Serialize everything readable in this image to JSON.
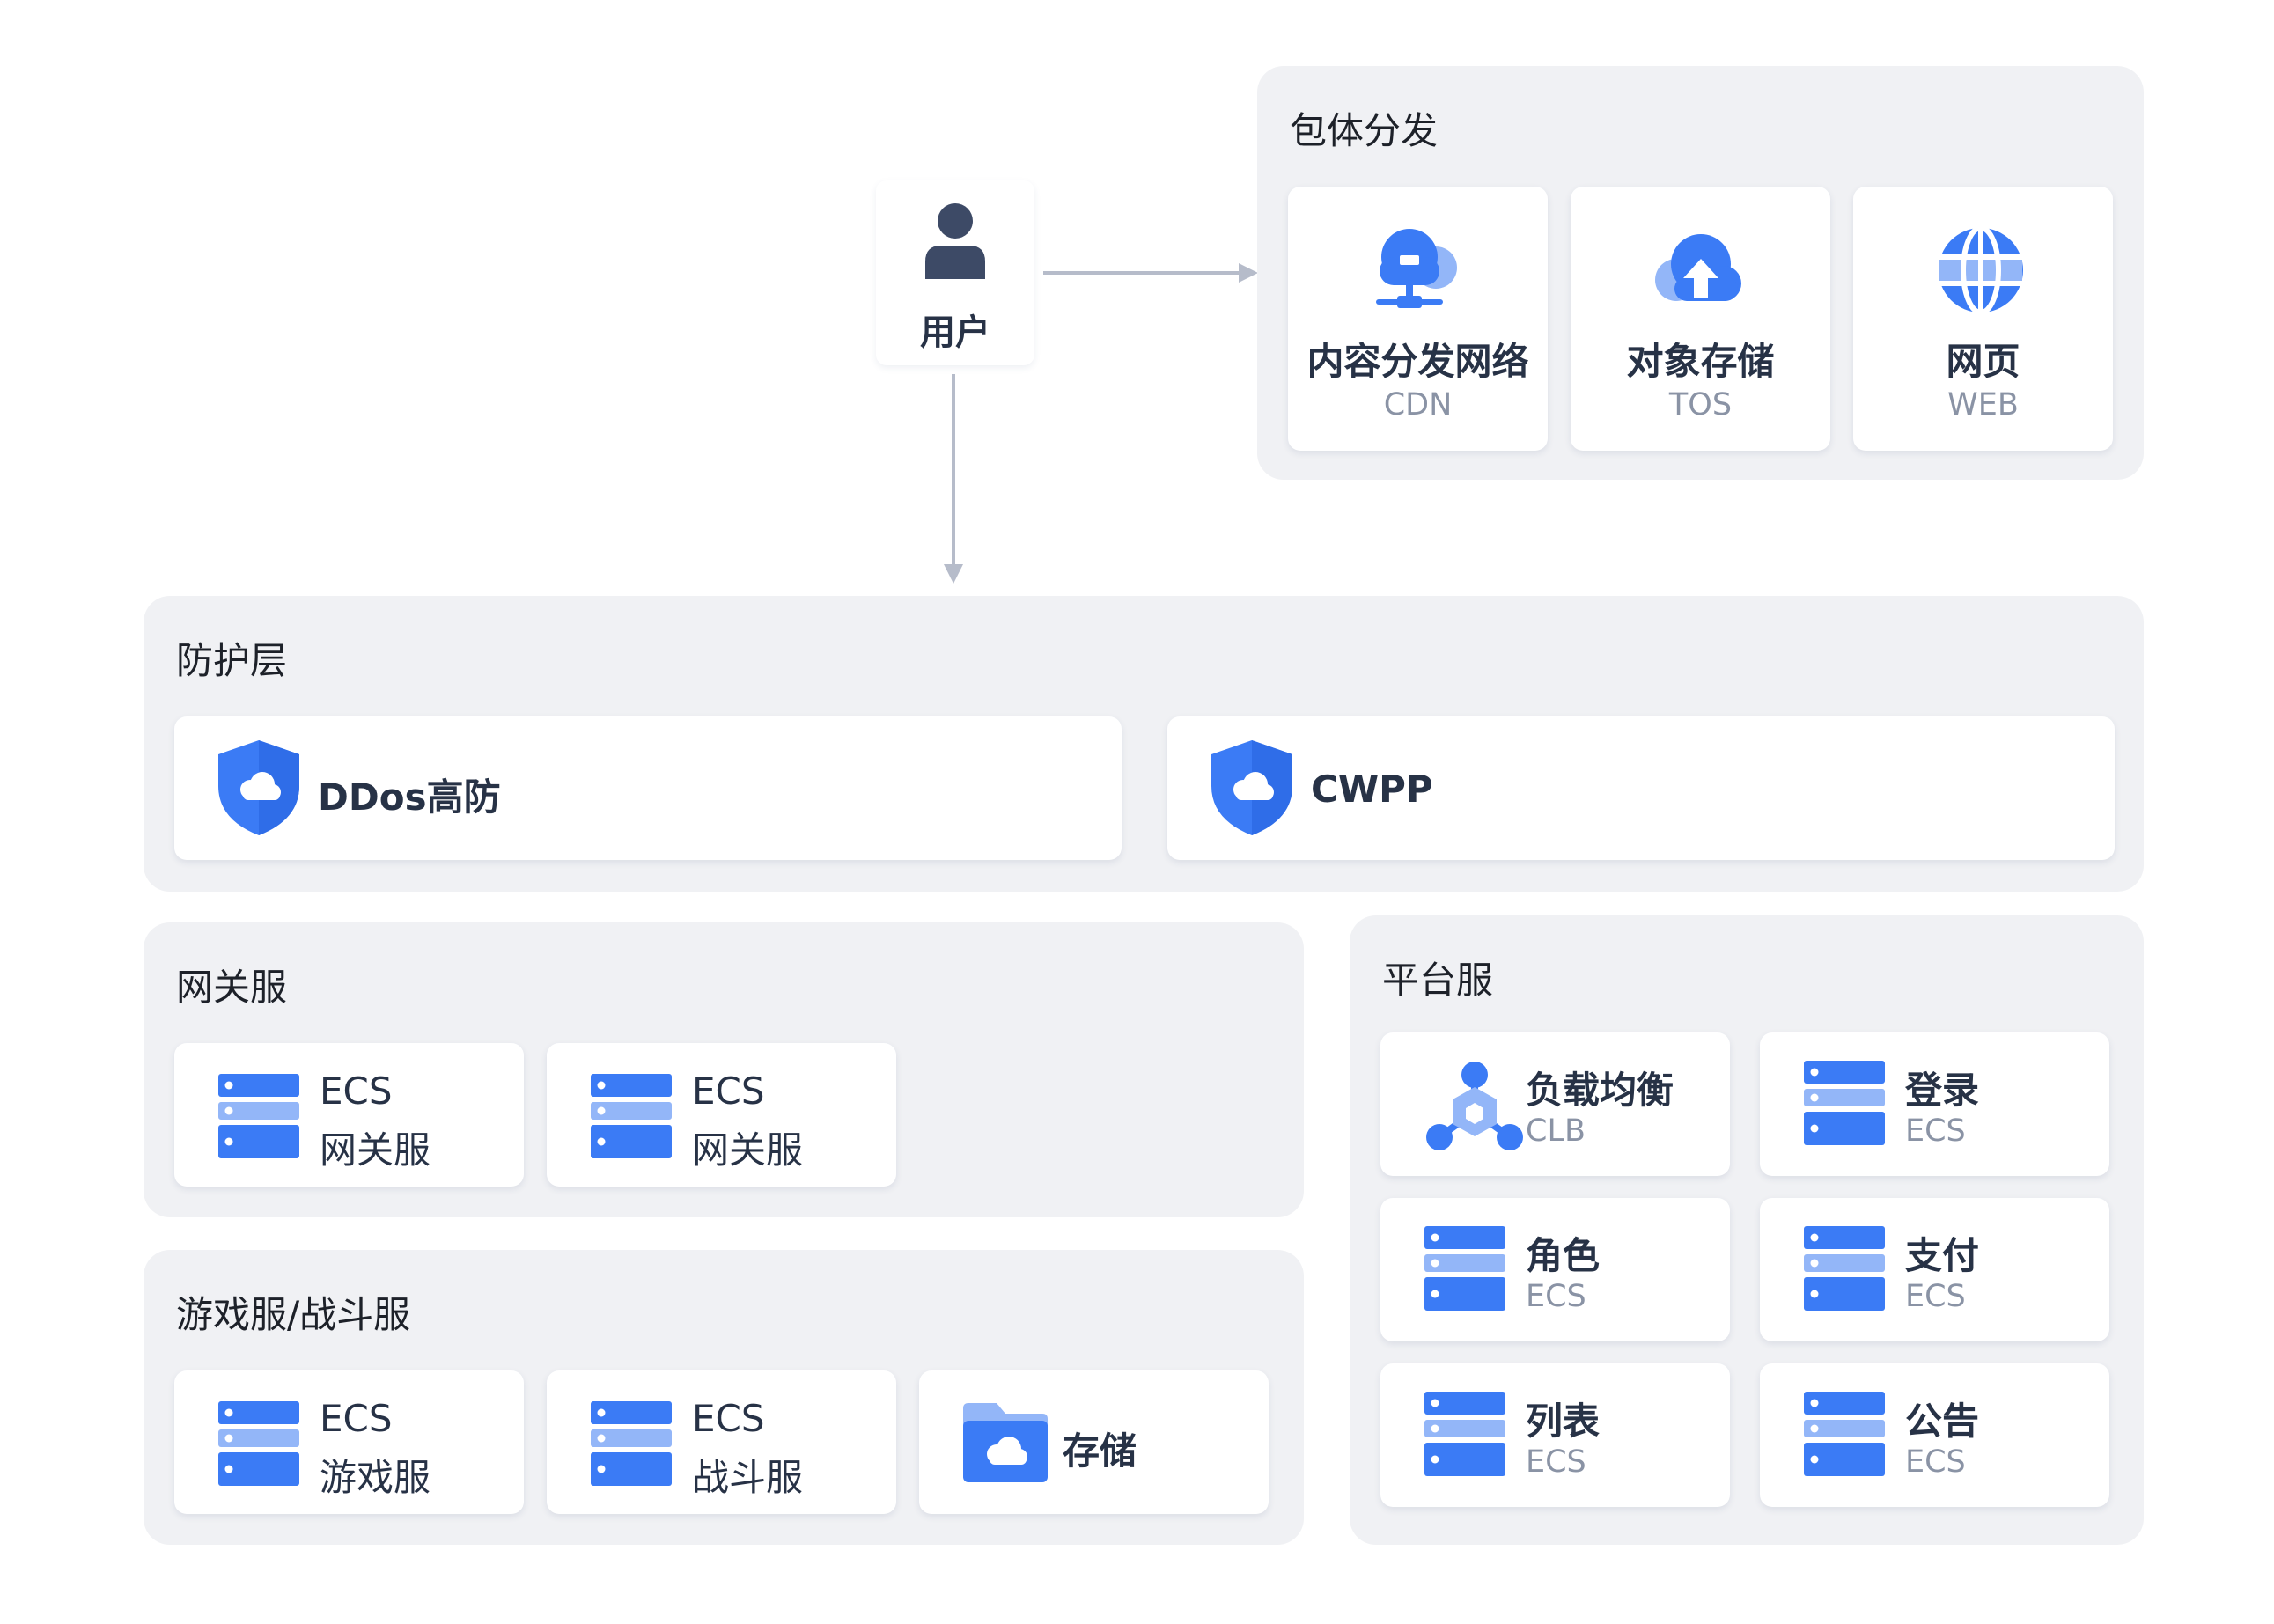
{
  "user": {
    "label": "用户",
    "icon": "user-icon"
  },
  "distribution": {
    "title": "包体分发",
    "items": [
      {
        "title": "内容分发网络",
        "sub": "CDN",
        "icon": "cdn-cloud-network-icon"
      },
      {
        "title": "对象存储",
        "sub": "TOS",
        "icon": "cloud-upload-icon"
      },
      {
        "title": "网页",
        "sub": "WEB",
        "icon": "globe-icon"
      }
    ]
  },
  "protection": {
    "title": "防护层",
    "items": [
      {
        "label": "DDos高防",
        "icon": "shield-cloud-icon"
      },
      {
        "label": "CWPP",
        "icon": "shield-cloud-icon"
      }
    ]
  },
  "gateway": {
    "title": "网关服",
    "items": [
      {
        "line1": "ECS",
        "line2": "网关服",
        "icon": "server-icon"
      },
      {
        "line1": "ECS",
        "line2": "网关服",
        "icon": "server-icon"
      }
    ]
  },
  "game": {
    "title": "游戏服/战斗服",
    "items": [
      {
        "line1": "ECS",
        "line2": "游戏服",
        "icon": "server-icon"
      },
      {
        "line1": "ECS",
        "line2": "战斗服",
        "icon": "server-icon"
      }
    ],
    "storage": {
      "label": "存储",
      "icon": "cloud-folder-icon"
    }
  },
  "platform": {
    "title": "平台服",
    "items": [
      {
        "title": "负载均衡",
        "sub": "CLB",
        "icon": "load-balancer-icon"
      },
      {
        "title": "登录",
        "sub": "ECS",
        "icon": "server-icon"
      },
      {
        "title": "角色",
        "sub": "ECS",
        "icon": "server-icon"
      },
      {
        "title": "支付",
        "sub": "ECS",
        "icon": "server-icon"
      },
      {
        "title": "列表",
        "sub": "ECS",
        "icon": "server-icon"
      },
      {
        "title": "公告",
        "sub": "ECS",
        "icon": "server-icon"
      }
    ]
  },
  "colors": {
    "accent": "#3b7bf5",
    "accent_light": "#93b6f8",
    "panel_bg": "#f0f1f4",
    "arrow": "#b6bcca",
    "text_dark": "#273246",
    "text_muted": "#8a93a5"
  }
}
